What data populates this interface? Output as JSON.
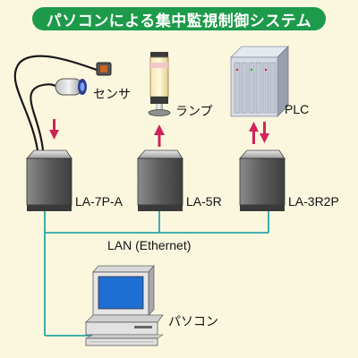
{
  "title": "パソコンによる集中監視制御システム",
  "colors": {
    "title_bg": "#1d9a4a",
    "title_text": "#ffffff",
    "background": "#fbf7df",
    "network_line": "#2aa6a6",
    "arrow": "#d0245a",
    "device_body": "#6e6e6e"
  },
  "nodes": {
    "sensor": "センサ",
    "lamp": "ランプ",
    "plc": "PLC",
    "unit_a": "LA-7P-A",
    "unit_b": "LA-5R",
    "unit_c": "LA-3R2P",
    "network": "LAN (Ethernet)",
    "pc": "パソコン"
  }
}
